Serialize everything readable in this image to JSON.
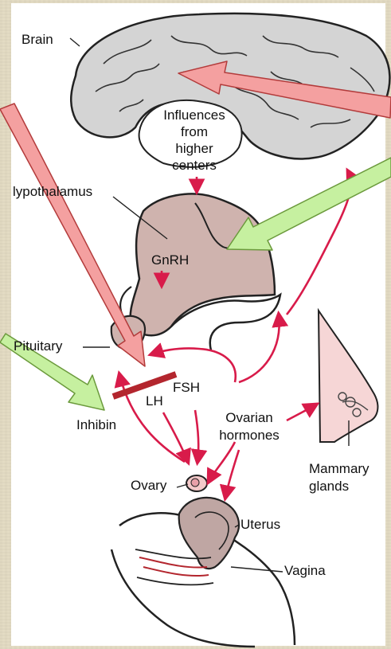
{
  "labels": {
    "brain": "Brain",
    "influences_line1": "Influences",
    "influences_line2": "from",
    "influences_line3": "higher",
    "influences_line4": "centers",
    "hypothalamus": "lypothalamus",
    "gnrh": "GnRH",
    "pituitary": "Pituitary",
    "lh": "LH",
    "fsh": "FSH",
    "inhibin": "Inhibin",
    "ovarian_line1": "Ovarian",
    "ovarian_line2": "hormones",
    "mammary_line1": "Mammary",
    "mammary_line2": "glands",
    "ovary": "Ovary",
    "uterus": "Uterus",
    "vagina": "Vagina"
  },
  "colors": {
    "hormone_arrow": "#d81b4a",
    "inhibition_bar": "#b3262e",
    "pointer_red": "#f4a0a0",
    "pointer_red_edge": "#b33b3b",
    "pointer_green": "#c6f0a0",
    "pointer_green_edge": "#6b9a3c",
    "hypothalamus_fill": "#cfb3ae",
    "brain_fill": "#d4d4d4",
    "breast_fill": "#f6d6d6"
  }
}
